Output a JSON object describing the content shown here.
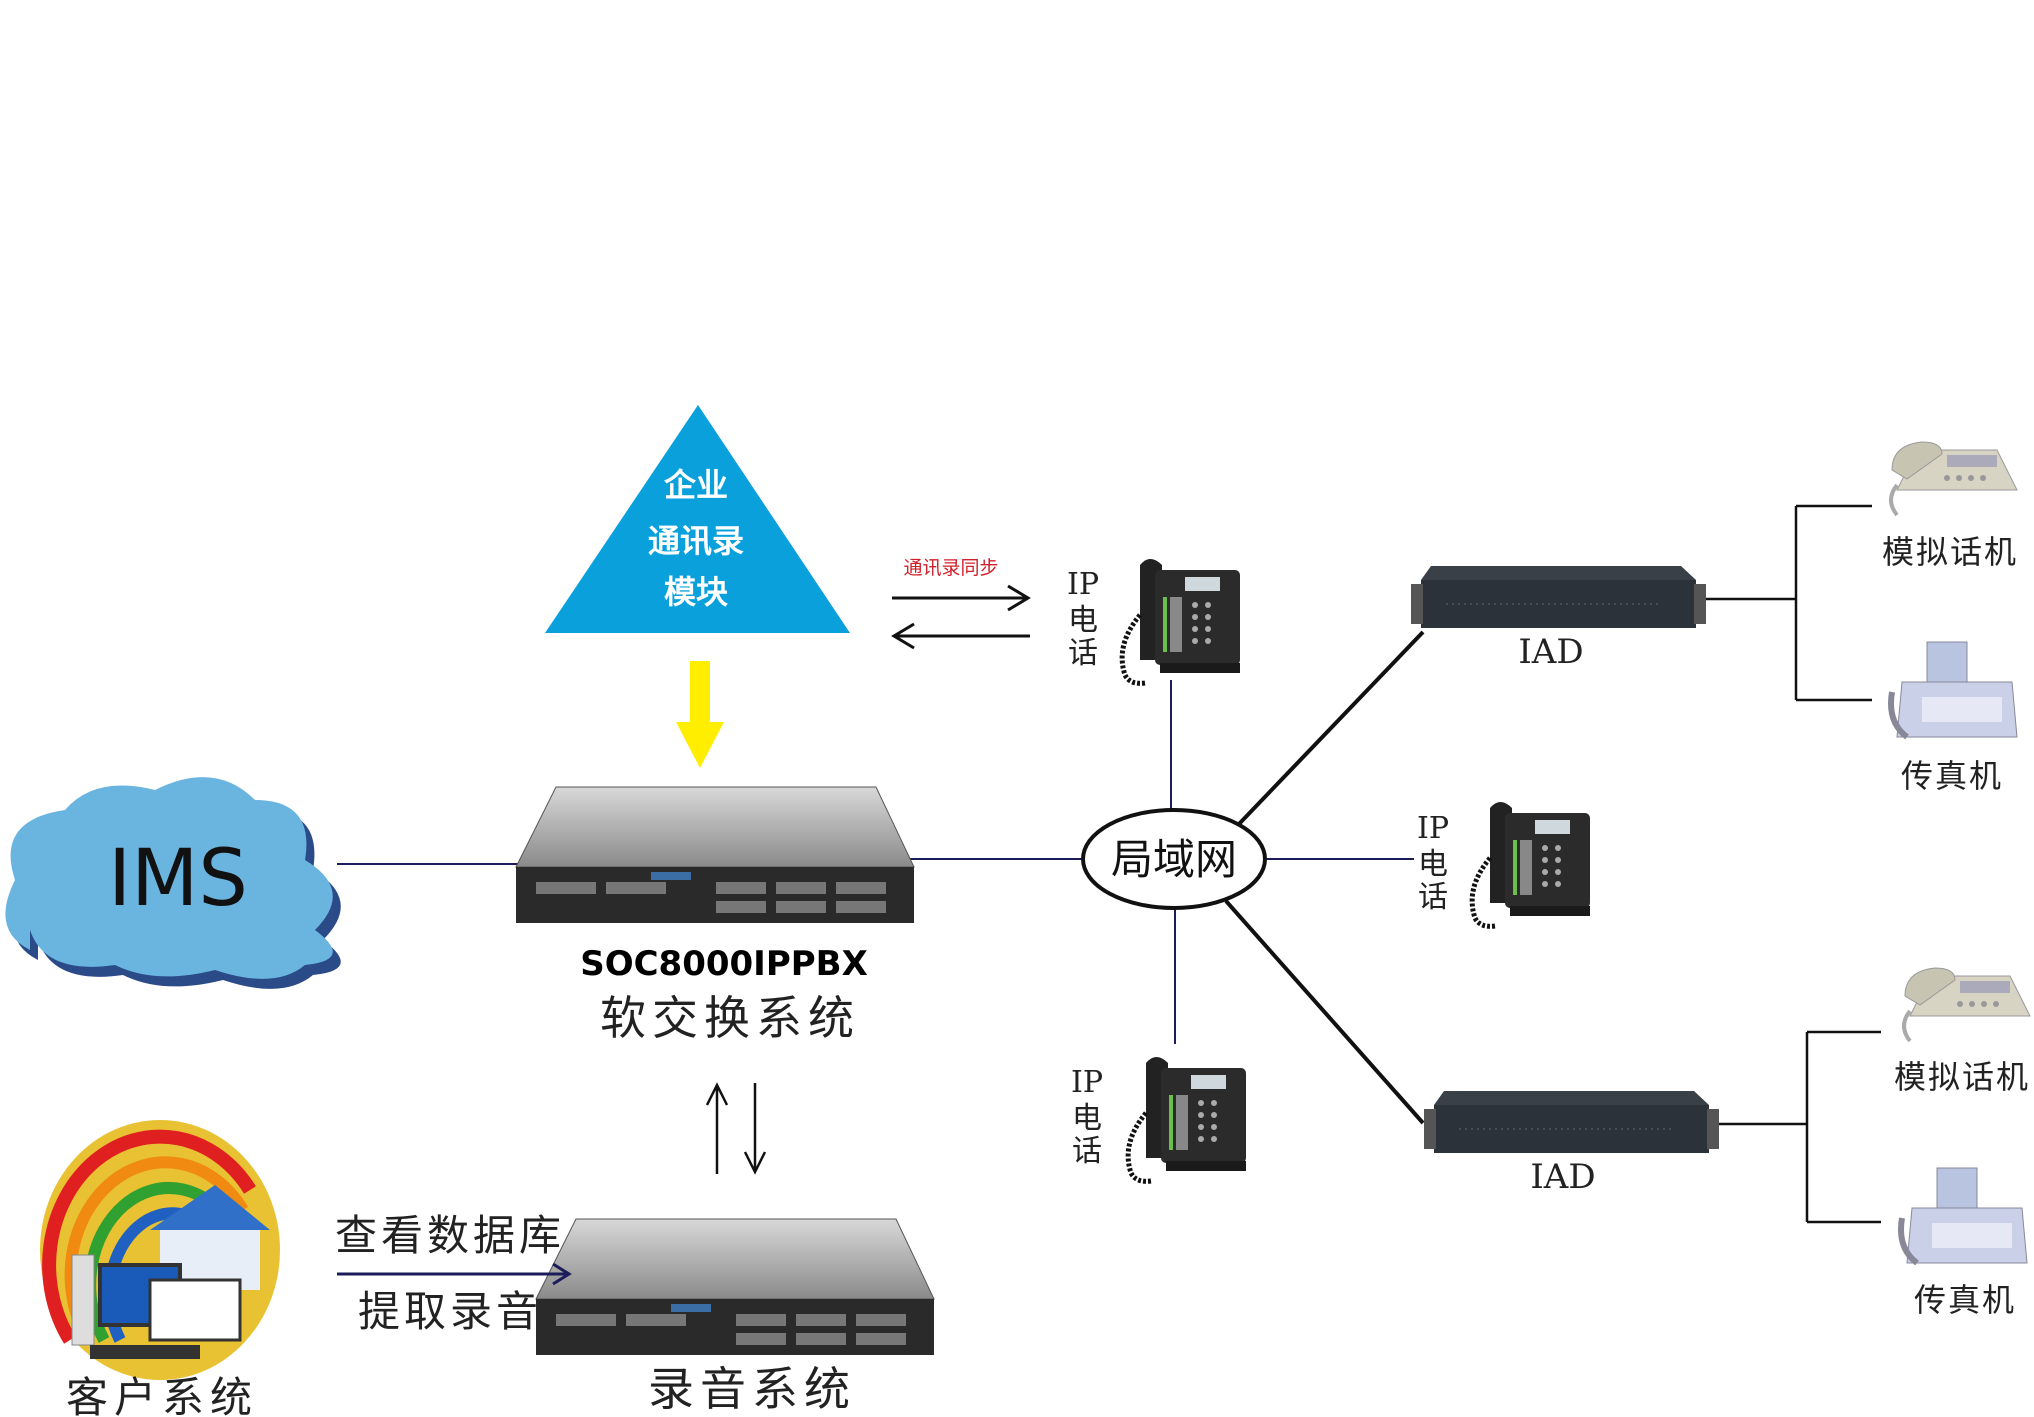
{
  "contacts_module": {
    "line1": "企业",
    "line2": "通讯录",
    "line3": "模块",
    "color": "#0aa0dc"
  },
  "sync_label": "通讯录同步",
  "ims": {
    "label": "IMS",
    "color": "#6ab4e0"
  },
  "softswitch": {
    "model": "SOC8000IPPBX",
    "label": "软交换系统"
  },
  "recording": {
    "label": "录音系统"
  },
  "client": {
    "label": "客户系统"
  },
  "client_actions": {
    "view_db": "查看数据库",
    "fetch_audio": "提取录音"
  },
  "lan": {
    "label": "局域网"
  },
  "ip_phone": {
    "ip": "IP",
    "c1": "电",
    "c2": "话"
  },
  "iad": {
    "label": "IAD"
  },
  "analog_phone": {
    "label": "模拟话机"
  },
  "fax": {
    "label": "传真机"
  },
  "colors": {
    "sync": "#d0202a",
    "arrow_down": "#ffee00",
    "link": "#1c1c5a"
  }
}
